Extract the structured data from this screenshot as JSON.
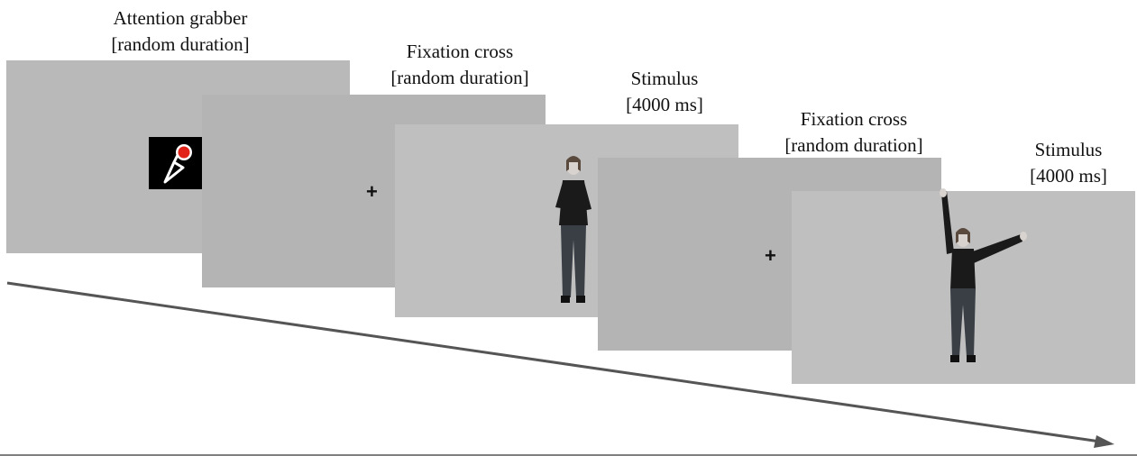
{
  "stages": [
    {
      "title": "Attention grabber",
      "duration": "[random duration]"
    },
    {
      "title": "Fixation cross",
      "duration": "[random duration]",
      "symbol": "+"
    },
    {
      "title": "Stimulus",
      "duration": "[4000 ms]"
    },
    {
      "title": "Fixation cross",
      "duration": "[random duration]",
      "symbol": "+"
    },
    {
      "title": "Stimulus",
      "duration": "[4000 ms]"
    }
  ],
  "colors": {
    "screen": "#bdbdbd",
    "arrow": "#555555",
    "grabber_bg": "#000000",
    "grabber_ball": "#e2231a"
  }
}
